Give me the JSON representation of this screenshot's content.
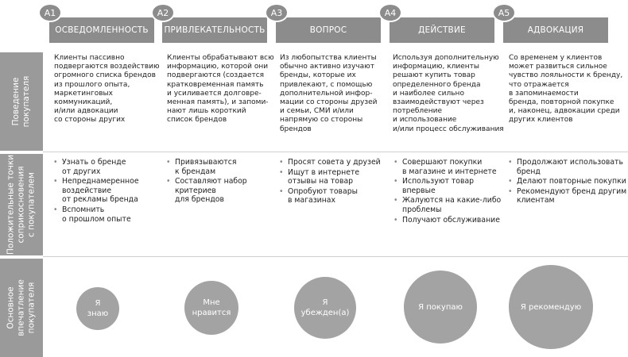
{
  "row_labels": {
    "behavior": "Поведение\nпокупателя",
    "touchpoints": "Положительные точки\nсоприкосновения\nс покупателем",
    "impression": "Основное\nвпечатление\nпокупателя"
  },
  "stages": [
    {
      "badge": "A1",
      "title": "ОСВЕДОМЛЕННОСТЬ",
      "behavior": "Клиенты пассивно\nподвергаются воздействию\nогромного списка брендов\nиз прошлого опыта,\nмаркетинговых\nкоммуникаций,\nи/или адвокации\nсо стороны других",
      "touchpoints": [
        "Узнать о бренде\nот других",
        "Непреднамеренное\nвоздействие\nот рекламы бренда",
        "Вспомнить\nо прошлом опыте"
      ],
      "impression": "Я\nзнаю"
    },
    {
      "badge": "A2",
      "title": "ПРИВЛЕКАТЕЛЬНОСТЬ",
      "behavior": "Клиенты обрабатывают всю\nинформацию, которой они\nподвергаются (создается\nкратковременная память\nи усиливается долговре-\nменная память), и запоми-\nнают лишь короткий\nсписок брендов",
      "touchpoints": [
        "Привязываются\nк брендам",
        "Составляют набор\nкритериев\nдля брендов"
      ],
      "impression": "Мне\nнравится"
    },
    {
      "badge": "A3",
      "title": "ВОПРОС",
      "behavior": "Из любопытства клиенты\nобычно активно изучают\nбренды, которые их\nпривлекают, с помощью\nдополнительной инфор-\nмации со стороны друзей\nи семьи, СМИ и/или\nнапрямую со стороны\nбрендов",
      "touchpoints": [
        "Просят совета у друзей",
        "Ищут в интернете\nотзывы на товар",
        "Опробуют товары\nв магазинах"
      ],
      "impression": "Я\nубежден(а)"
    },
    {
      "badge": "A4",
      "title": "ДЕЙСТВИЕ",
      "behavior": "Используя дополнительную\nинформацию, клиенты\nрешают купить товар\nопределенного бренда\nи наиболее сильно\nвзаимодействуют через\nпотребление\nи использование\nи/или процесс обслуживания",
      "touchpoints": [
        "Совершают покупки\nв магазине и интернете",
        "Используют товар\nвпервые",
        "Жалуются на какие-либо\nпроблемы",
        "Получают обслуживание"
      ],
      "impression": "Я покупаю"
    },
    {
      "badge": "A5",
      "title": "АДВОКАЦИЯ",
      "behavior": "Со временем у клиентов\nможет развиться сильное\nчувство лояльности к бренду,\nчто отражается\nв запоминаемости\nбренда, повторной покупке\nи, наконец, адвокации среди\nдругих клиентов",
      "touchpoints": [
        "Продолжают использовать\nбренд",
        "Делают повторные покупки",
        "Рекомендуют бренд другим\nклиентам"
      ],
      "impression": "Я рекомендую"
    }
  ]
}
